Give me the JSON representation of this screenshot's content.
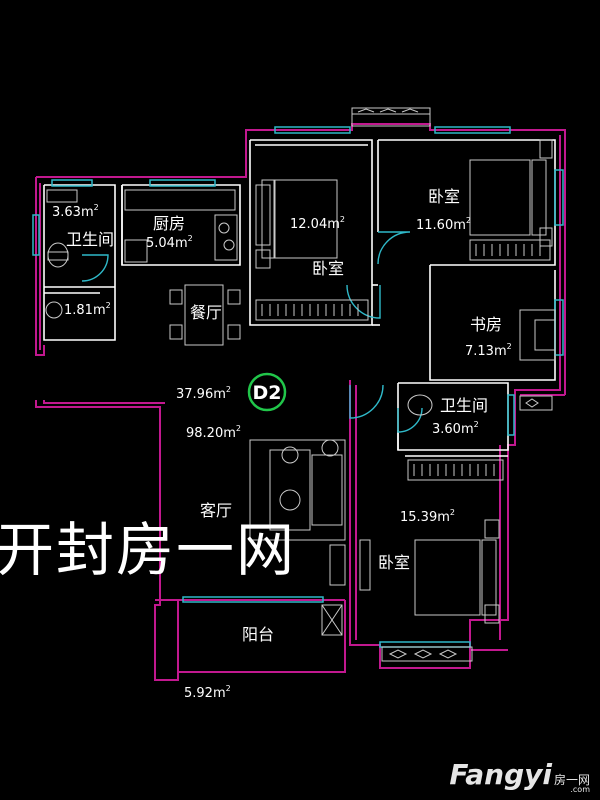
{
  "unit_badge": "D2",
  "area_unit_base": "m",
  "area_unit_sup": "2",
  "rooms": {
    "bath_left_name": "卫生间",
    "bath_left_area_a": "3.63",
    "bath_left_area_b": "1.81",
    "kitchen_name": "厨房",
    "kitchen_area": "5.04",
    "bedroom_mid_name": "卧室",
    "bedroom_mid_area": "12.04",
    "bedroom_top_right_name": "卧室",
    "bedroom_top_right_area": "11.60",
    "dining_name": "餐厅",
    "study_name": "书房",
    "study_area": "7.13",
    "bath_right_name": "卫生间",
    "bath_right_area": "3.60",
    "living_name": "客厅",
    "living_area_a": "37.96",
    "living_area_b": "98.20",
    "bedroom_bottom_name": "卧室",
    "bedroom_bottom_area": "15.39",
    "balcony_name": "阳台",
    "balcony_area": "5.92"
  },
  "watermark_text": "开封房一网",
  "brand": {
    "main": "Fangyi",
    "sub": "房一网",
    "tag": ".com"
  },
  "colors": {
    "background": "#000000",
    "wall_outer": "#c2188f",
    "wall_inner": "#ffffff",
    "window": "#2fb9c9",
    "furniture": "#c9c9c9",
    "badge_ring": "#21c64a"
  }
}
